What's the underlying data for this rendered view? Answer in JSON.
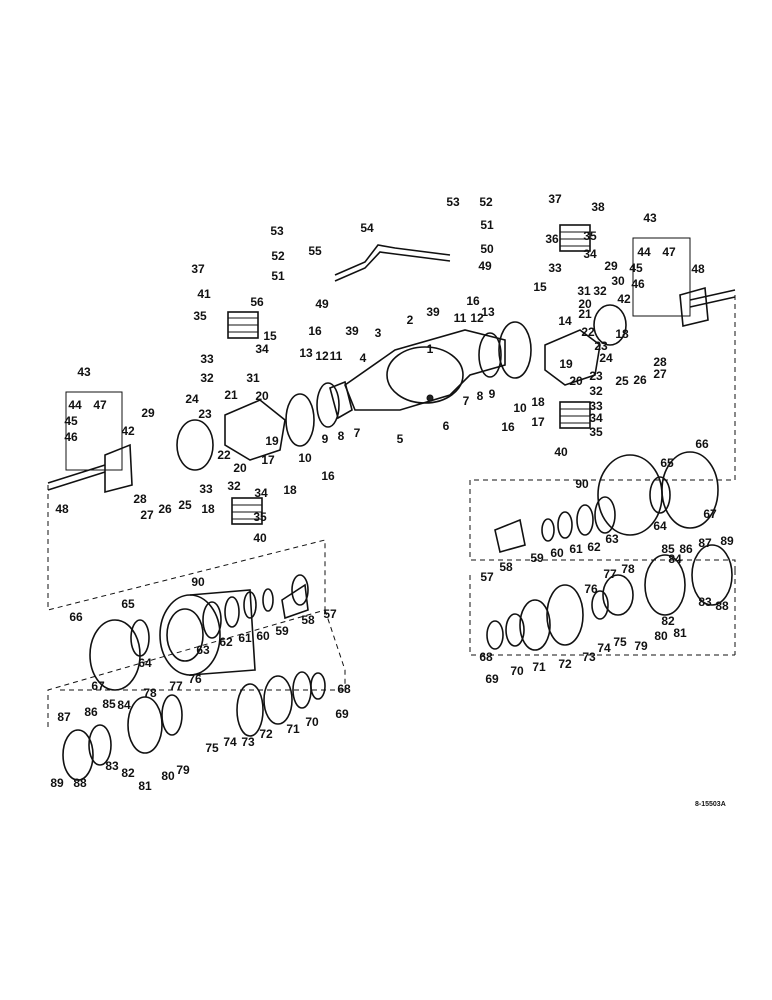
{
  "labels": [
    "1",
    "2",
    "3",
    "4",
    "5",
    "6",
    "7",
    "8",
    "9",
    "10",
    "11",
    "12",
    "13",
    "14",
    "15",
    "16",
    "17",
    "18",
    "19",
    "20",
    "21",
    "22",
    "23",
    "24",
    "25",
    "26",
    "27",
    "28",
    "29",
    "30",
    "31",
    "32",
    "33",
    "34",
    "35",
    "36",
    "37",
    "38",
    "39",
    "40",
    "41",
    "42",
    "43",
    "44",
    "45",
    "46",
    "47",
    "48",
    "49",
    "50",
    "51",
    "52",
    "53",
    "54",
    "55",
    "56",
    "57",
    "58",
    "59",
    "60",
    "61",
    "62",
    "63",
    "64",
    "65",
    "66",
    "67",
    "68",
    "69",
    "70",
    "71",
    "72",
    "73",
    "74",
    "75",
    "76",
    "77",
    "78",
    "79",
    "80",
    "81",
    "82",
    "83",
    "84",
    "85",
    "86",
    "87",
    "88",
    "89",
    "90"
  ],
  "drawing_code": "8-15503A",
  "colors": {
    "ink": "#111111",
    "paper": "#ffffff"
  }
}
